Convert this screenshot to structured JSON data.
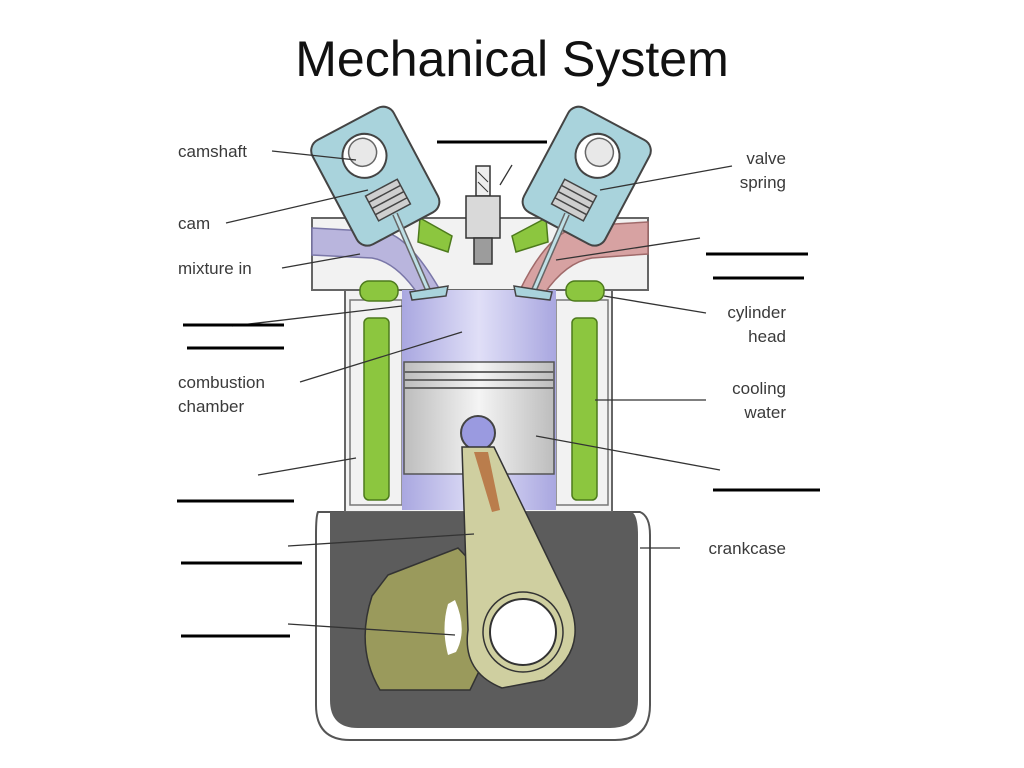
{
  "slide": {
    "title": "Mechanical System"
  },
  "labels": {
    "camshaft": "camshaft",
    "cam": "cam",
    "mixture_in": "mixture in",
    "combustion_chamber": [
      "combustion",
      "chamber"
    ],
    "valve_spring": [
      "valve",
      "spring"
    ],
    "cylinder_head": [
      "cylinder",
      "head"
    ],
    "cooling_water": [
      "cooling",
      "water"
    ],
    "crankcase": "crankcase"
  },
  "colors": {
    "cam_housing": "#a9d3dc",
    "intake_port": "#b9b5dd",
    "exhaust_port": "#d7a2a2",
    "cylinder": "#c9c8ee",
    "coolant": "#8cc63f",
    "crankcase": "#5c5c5c",
    "rod": "#cfcfa0",
    "counterweight": "#9a9a5c"
  }
}
